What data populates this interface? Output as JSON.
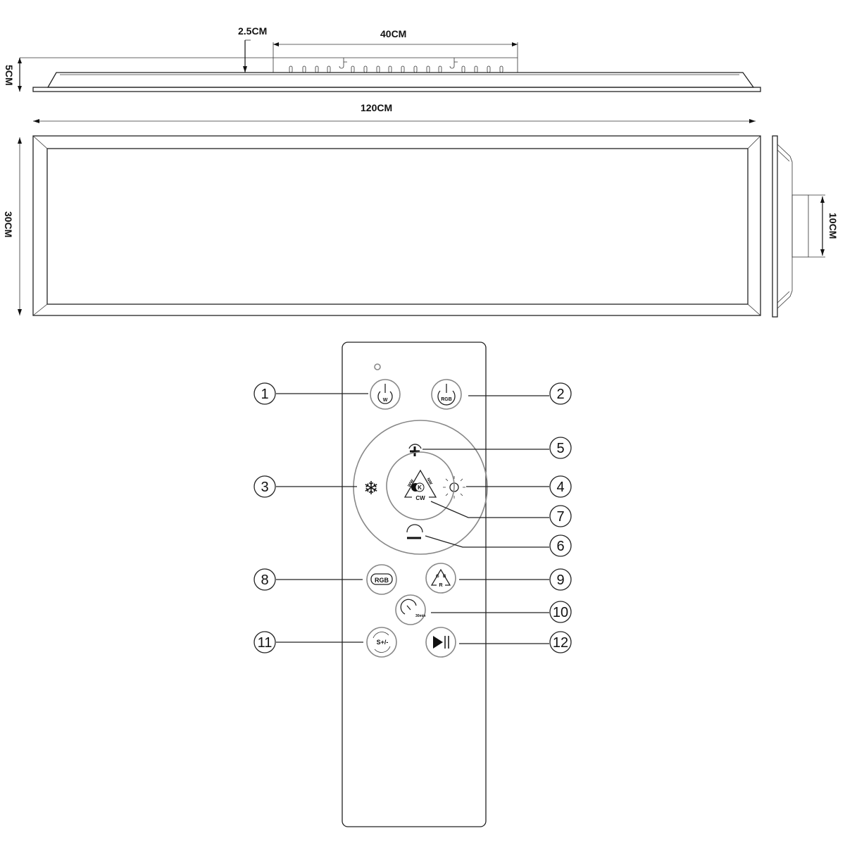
{
  "dimensions": {
    "mount_offset": "2.5CM",
    "mount_width": "40CM",
    "height": "5CM",
    "length": "120CM",
    "width": "30CM",
    "mount_depth": "10CM"
  },
  "remote": {
    "buttons": {
      "power_white": "W",
      "power_rgb": "RGB",
      "color_temp_center": "K",
      "color_temp_ww": "WW",
      "color_temp_nw": "NW",
      "color_temp_cw": "CW",
      "rgb_cycle": "RGB",
      "rgb_g": "G",
      "rgb_b": "B",
      "rgb_r": "R",
      "timer": "30min",
      "speed": "S+/-"
    },
    "callouts": [
      "1",
      "2",
      "3",
      "4",
      "5",
      "6",
      "7",
      "8",
      "9",
      "10",
      "11",
      "12"
    ]
  }
}
